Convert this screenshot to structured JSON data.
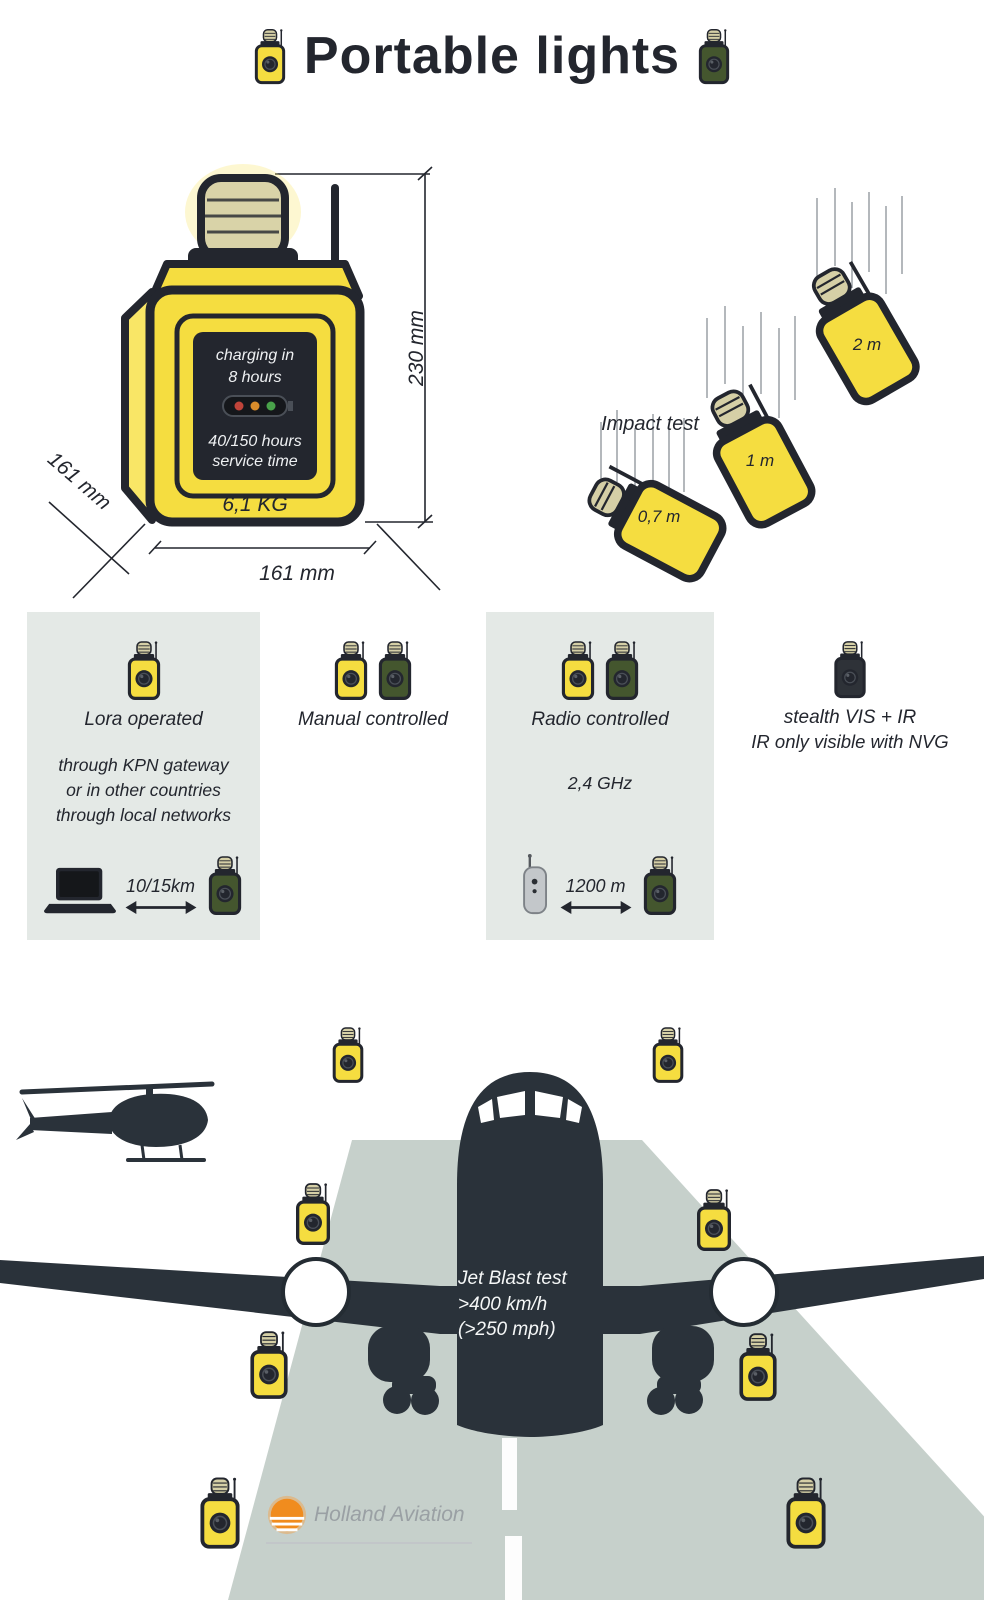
{
  "page": {
    "title": "Portable lights"
  },
  "device": {
    "screen": {
      "line1": "charging in",
      "line2": "8 hours",
      "line3": "40/150 hours",
      "line4": "service time"
    },
    "weight": "6,1 KG",
    "dims": {
      "height": "230 mm",
      "width": "161 mm",
      "depth": "161 mm"
    }
  },
  "impact": {
    "label": "Impact test",
    "drops": [
      "2 m",
      "1 m",
      "0,7 m"
    ]
  },
  "features": {
    "lora": {
      "title": "Lora operated",
      "desc": "through KPN gateway\nor in other countries\nthrough local networks",
      "range": "10/15km"
    },
    "manual": {
      "title": "Manual controlled"
    },
    "radio": {
      "title": "Radio controlled",
      "freq": "2,4 GHz",
      "range": "1200 m"
    },
    "stealth": {
      "line1": "stealth VIS + IR",
      "line2": "IR only visible with NVG"
    }
  },
  "scene": {
    "jet_blast": "Jet Blast test\n>400 km/h\n(>250 mph)"
  },
  "footer": {
    "brand": "Holland Aviation"
  },
  "colors": {
    "yellow": "#f5dd40",
    "green": "#44562e",
    "dark": "#2e3238",
    "panel": "#e4e9e6",
    "runway": "#c6d0cb",
    "silhouette": "#2a323a",
    "orange": "#f08c1e"
  }
}
